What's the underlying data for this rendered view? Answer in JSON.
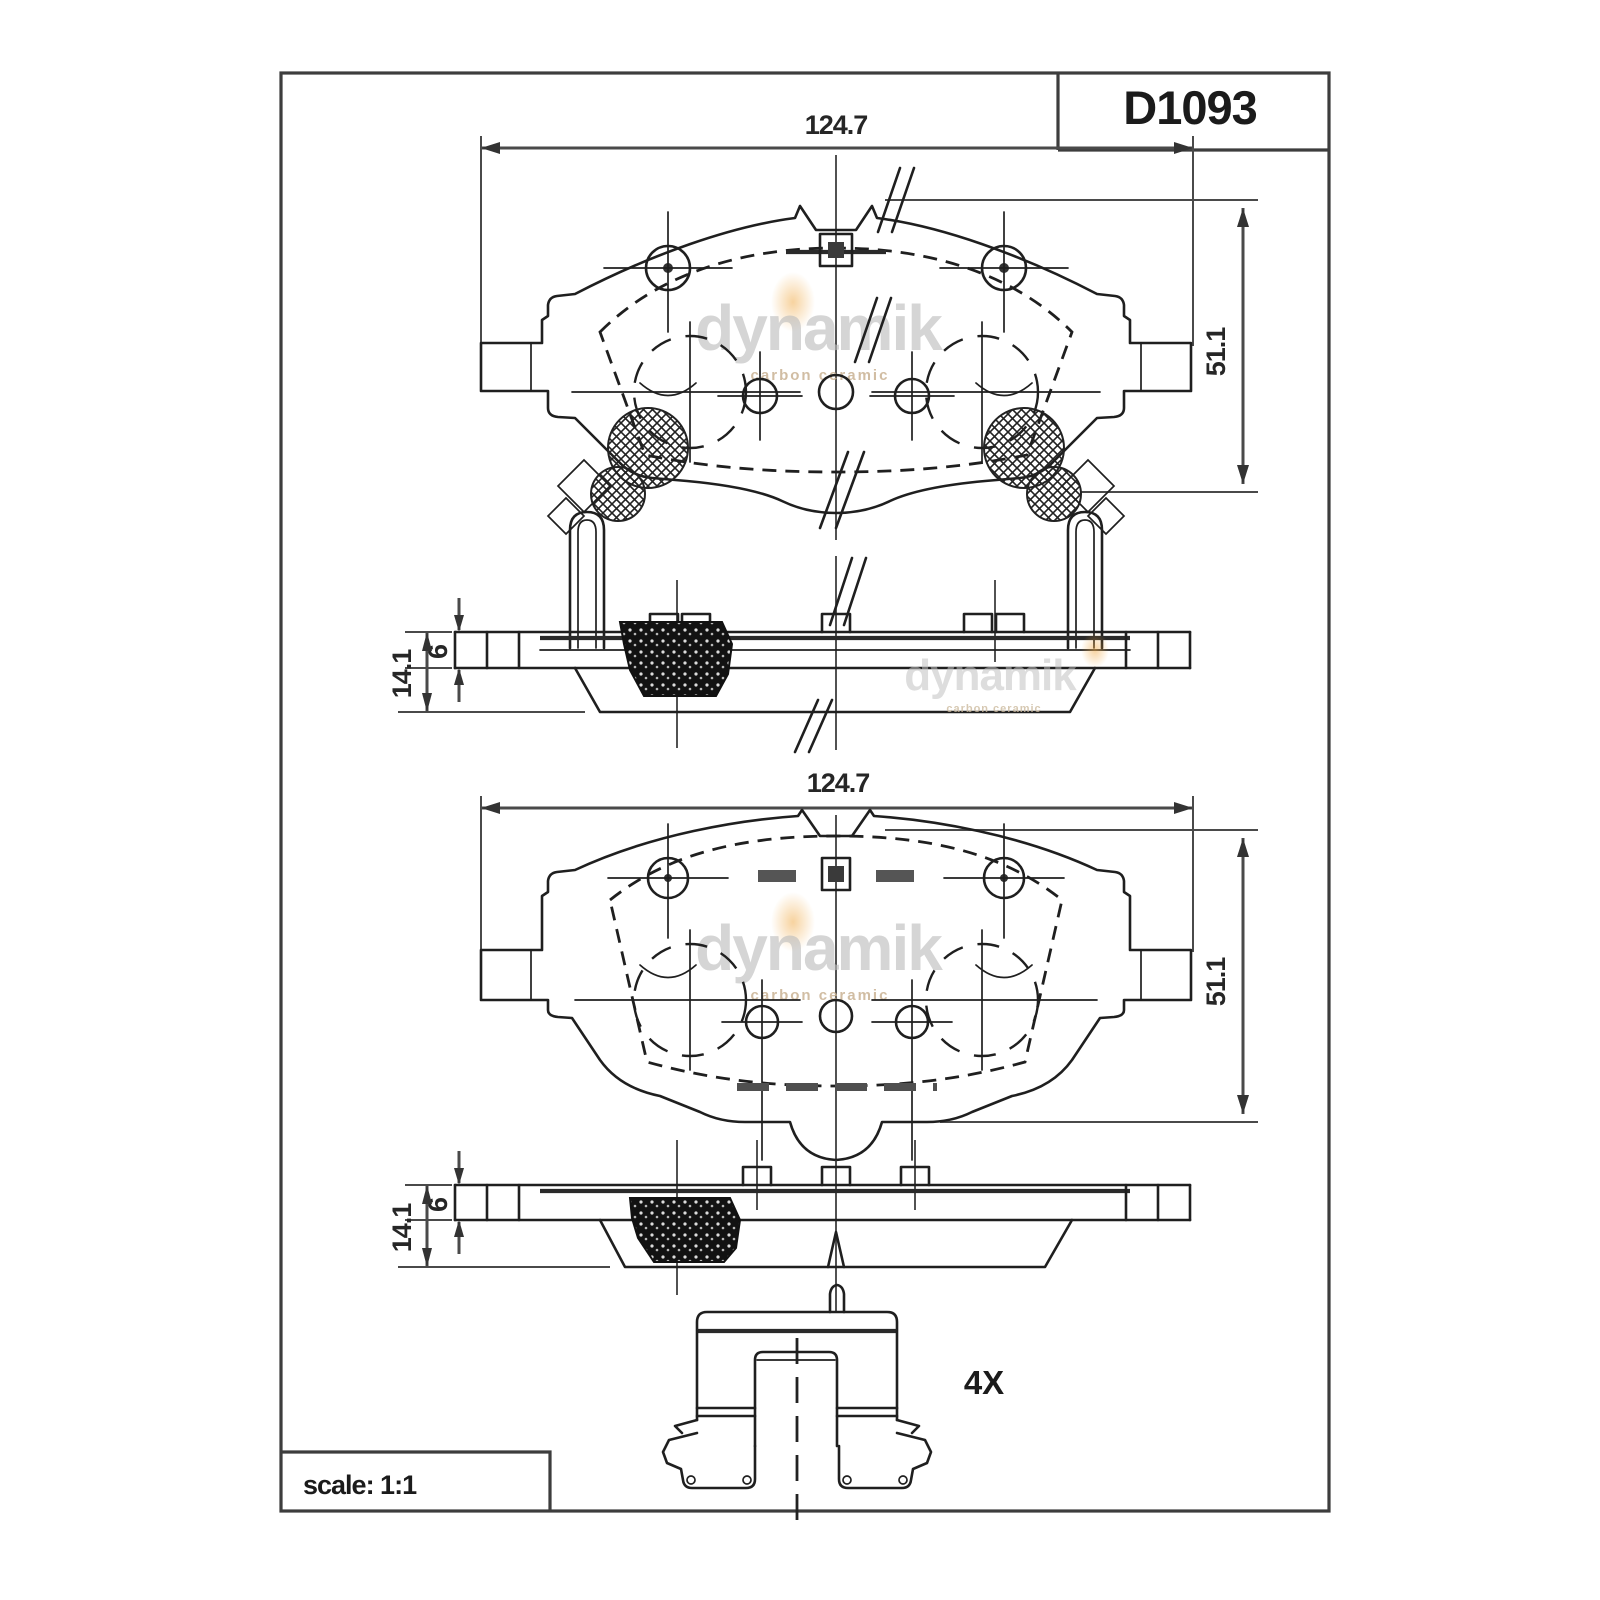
{
  "title_block": {
    "part_number": "D1093"
  },
  "scale_box": {
    "label": "scale: 1:1"
  },
  "annotations": {
    "quantity": "4X"
  },
  "watermark": {
    "brand": "dynamik",
    "subtitle": "carbon ceramic"
  },
  "dims": {
    "v1_width": "124.7",
    "v1_height": "51.1",
    "v2_width": "124.7",
    "v2_height": "51.1",
    "s1_total": "14.1",
    "s1_plate": "6",
    "s2_total": "14.1",
    "s2_plate": "6"
  },
  "colors": {
    "line": "#1f1f1f",
    "dimension": "#4a4a4a",
    "frame": "#3d3d3d",
    "watermark_gray": "#bcbcbc",
    "watermark_accent": "#c9b293",
    "flame_glow": "#efa63e",
    "background": "#ffffff"
  }
}
